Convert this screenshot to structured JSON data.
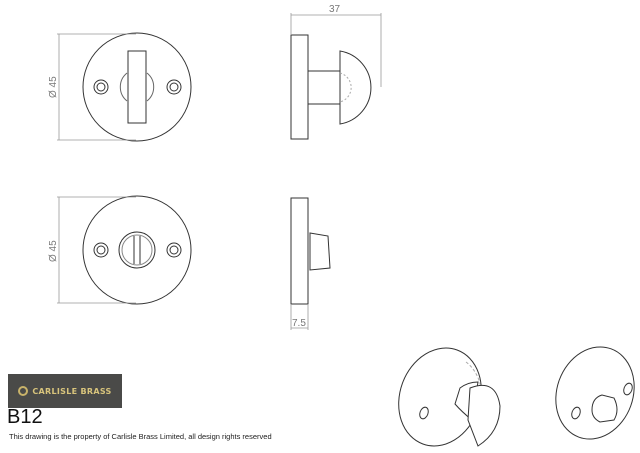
{
  "drawing": {
    "product_code": "B12",
    "brand": "CARLISLE BRASS",
    "copyright_note": "This drawing is the property of Carlisle Brass Limited, all design rights reserved",
    "dimensions": {
      "top_front_diameter": "Ø 45",
      "bottom_front_diameter": "Ø 45",
      "top_side_width": "37",
      "bottom_side_thickness": "7.5"
    },
    "views": [
      "front-turn",
      "side-turn",
      "front-release",
      "side-release",
      "iso-turn",
      "iso-release"
    ],
    "colors": {
      "logo_bg": "#4a4a48",
      "logo_text": "#d8c47c",
      "line": "#333333",
      "hidden_line": "#999999",
      "dim_line": "#888888"
    }
  }
}
